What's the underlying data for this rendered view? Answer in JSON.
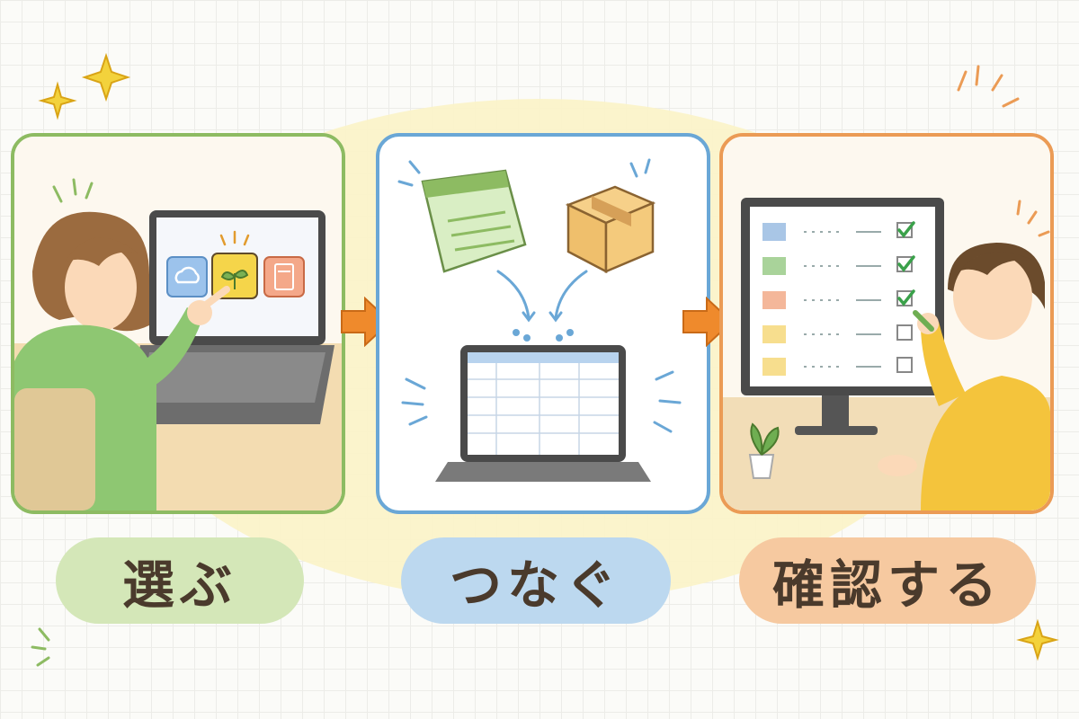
{
  "steps": [
    {
      "label": "選ぶ",
      "color": "#8dbb62",
      "pill_color": "#d4e7b8"
    },
    {
      "label": "つなぐ",
      "color": "#6aa7d6",
      "pill_color": "#bcd8ef"
    },
    {
      "label": "確認する",
      "color": "#eb9b55",
      "pill_color": "#f6c9a0"
    }
  ],
  "colors": {
    "arrow": "#ef8a2c",
    "background_blob": "#fbf3c9"
  },
  "icons": [
    "cloud-icon",
    "seedling-icon",
    "calculator-icon",
    "ledger-icon",
    "package-box-icon",
    "checkmark-icon",
    "sparkle-icon"
  ]
}
